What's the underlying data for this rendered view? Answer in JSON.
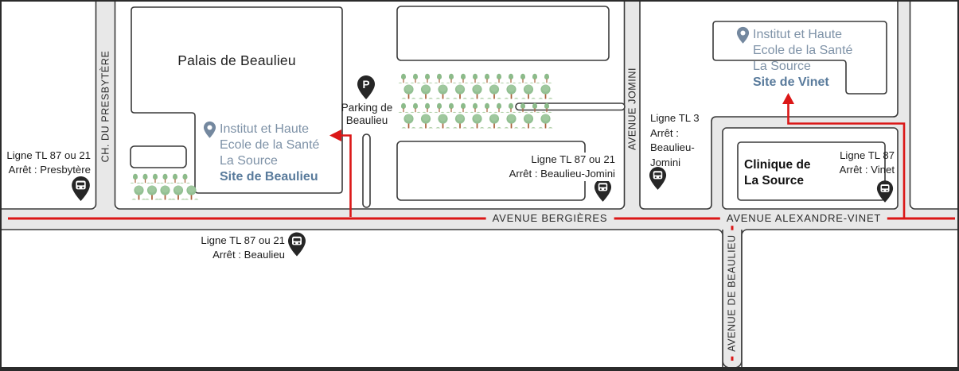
{
  "colors": {
    "route_red": "#db1717",
    "road_fill": "#e8e8e8",
    "outline_dark": "#3a3a3a",
    "label_blue": "#7e92a7",
    "label_blue_bold": "#587a9b",
    "pin_dark": "#262626",
    "pin_blue": "#74889f",
    "tree_green": "#93c093"
  },
  "streets": {
    "presbytere": "CH. DU PRESBYTÈRE",
    "jomini": "AVENUE JOMINI",
    "bergieres": "AVENUE BERGIÈRES",
    "alexandre_vinet": "AVENUE ALEXANDRE-VINET",
    "de_beaulieu": "AVENUE DE BEAULIEU"
  },
  "places": {
    "palais": {
      "name": "Palais de Beaulieu"
    },
    "parking": {
      "icon": "P",
      "line1": "Parking de",
      "line2": "Beaulieu"
    },
    "clinique": {
      "line1": "Clinique de",
      "line2": "La Source"
    },
    "site_beaulieu": {
      "line1": "Institut et Haute",
      "line2": "Ecole de la Santé",
      "line3": "La Source",
      "line4": "Site de Beaulieu"
    },
    "site_vinet": {
      "line1": "Institut et Haute",
      "line2": "Ecole de la Santé",
      "line3": "La Source",
      "line4": "Site de Vinet"
    }
  },
  "bus_stops": {
    "presbytere": {
      "line1": "Ligne TL 87 ou 21",
      "line2": "Arrêt : Presbytère"
    },
    "beaulieu_jomini_tl87": {
      "line1": "Ligne TL 87 ou 21",
      "line2": "Arrêt : Beaulieu-Jomini"
    },
    "beaulieu": {
      "line1": "Ligne TL 87 ou 21",
      "line2": "Arrêt : Beaulieu"
    },
    "beaulieu_jomini_tl3": {
      "line1": "Ligne TL 3",
      "line2": "Arrêt :",
      "line3": "Beaulieu-",
      "line4": "Jomini"
    },
    "vinet": {
      "line1": "Ligne TL 87",
      "line2": "Arrêt : Vinet"
    }
  }
}
